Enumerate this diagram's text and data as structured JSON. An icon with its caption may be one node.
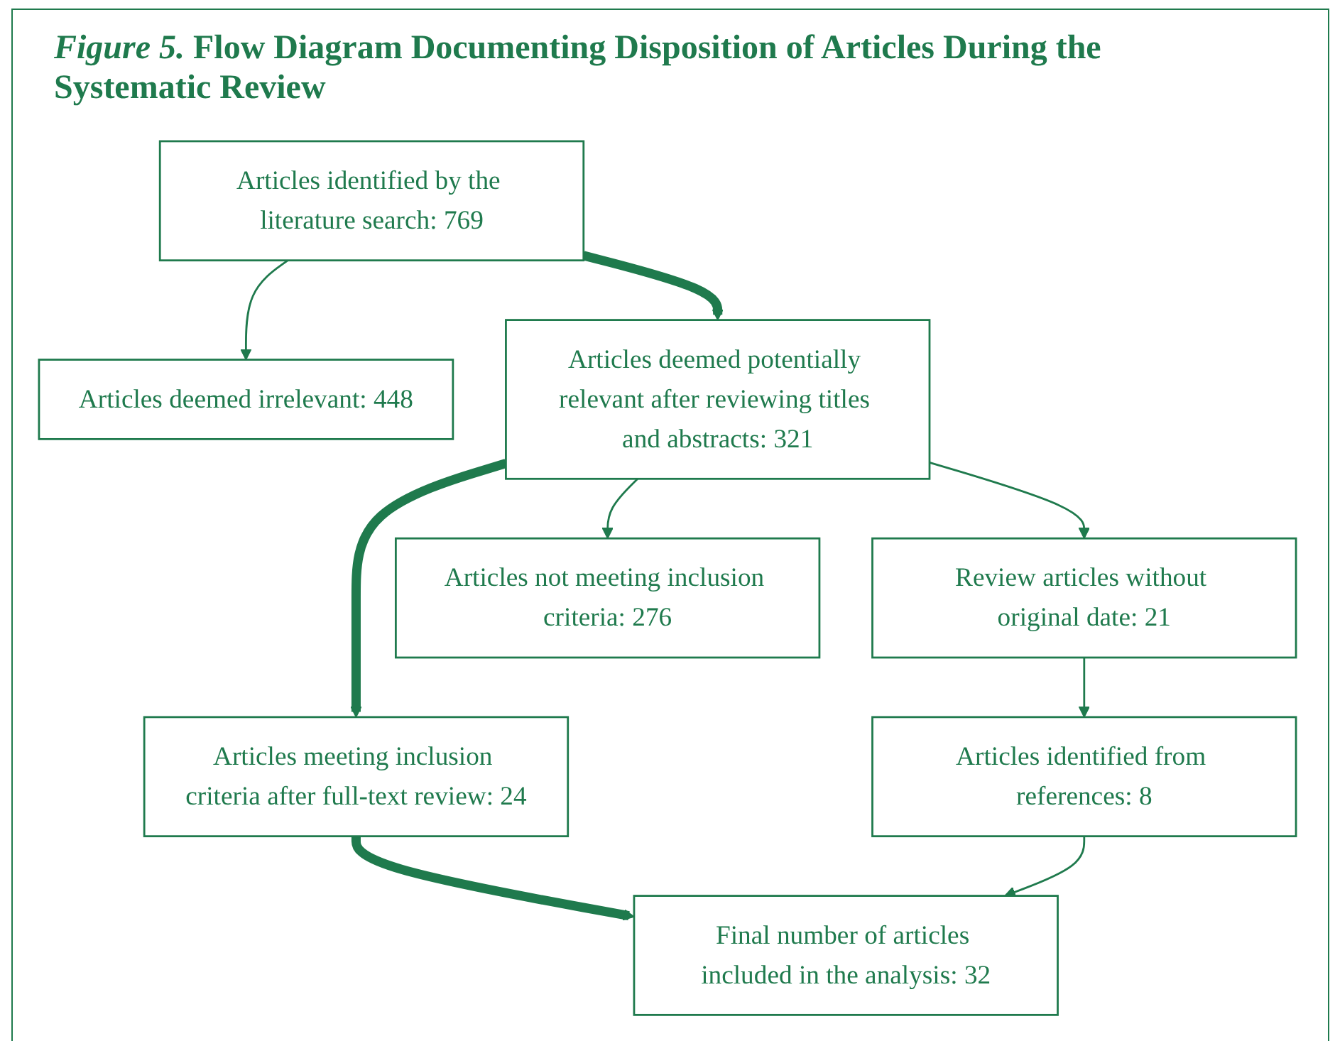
{
  "diagram": {
    "title": "*Figure 5.* Flow Diagram Documenting Disposition of Articles During the Systematic Review",
    "nodes": [
      {
        "text": [
          "Articles identified by the literature search: 769"
        ]
      },
      {
        "text": [
          "Articles deemed irrelevant: 448"
        ]
      },
      {
        "text": [
          "Articles deemed potentially relevant after reviewing titles and abstracts: 321"
        ]
      },
      {
        "text": [
          "Review articles without original date: 21"
        ]
      },
      {
        "text": [
          "Articles not meeting inclusion criteria: 276"
        ]
      },
      {
        "text": [
          "Articles meeting inclusion criteria after full-text review: 24"
        ]
      },
      {
        "text": [
          "Articles identified from references: 8"
        ]
      },
      {
        "text": [
          "Final number of articles included in the analysis: 32"
        ]
      }
    ],
    "edges": [
      {
        "from": 0,
        "to": 2,
        "arrow": "to",
        "style": "thick"
      },
      {
        "from": 0,
        "to": 1,
        "arrow": "to"
      },
      {
        "from": 2,
        "to": 5,
        "arrow": "to",
        "style": "thick"
      },
      {
        "from": 2,
        "to": 3,
        "arrow": "to"
      },
      {
        "from": 2,
        "to": 4,
        "arrow": "to"
      },
      {
        "from": 3,
        "to": 6,
        "arrow": "to"
      },
      {
        "from": 5,
        "to": 7,
        "arrow": "to",
        "style": "thick"
      },
      {
        "from": 6,
        "to": 7,
        "arrow": "to"
      }
    ]
  }
}
